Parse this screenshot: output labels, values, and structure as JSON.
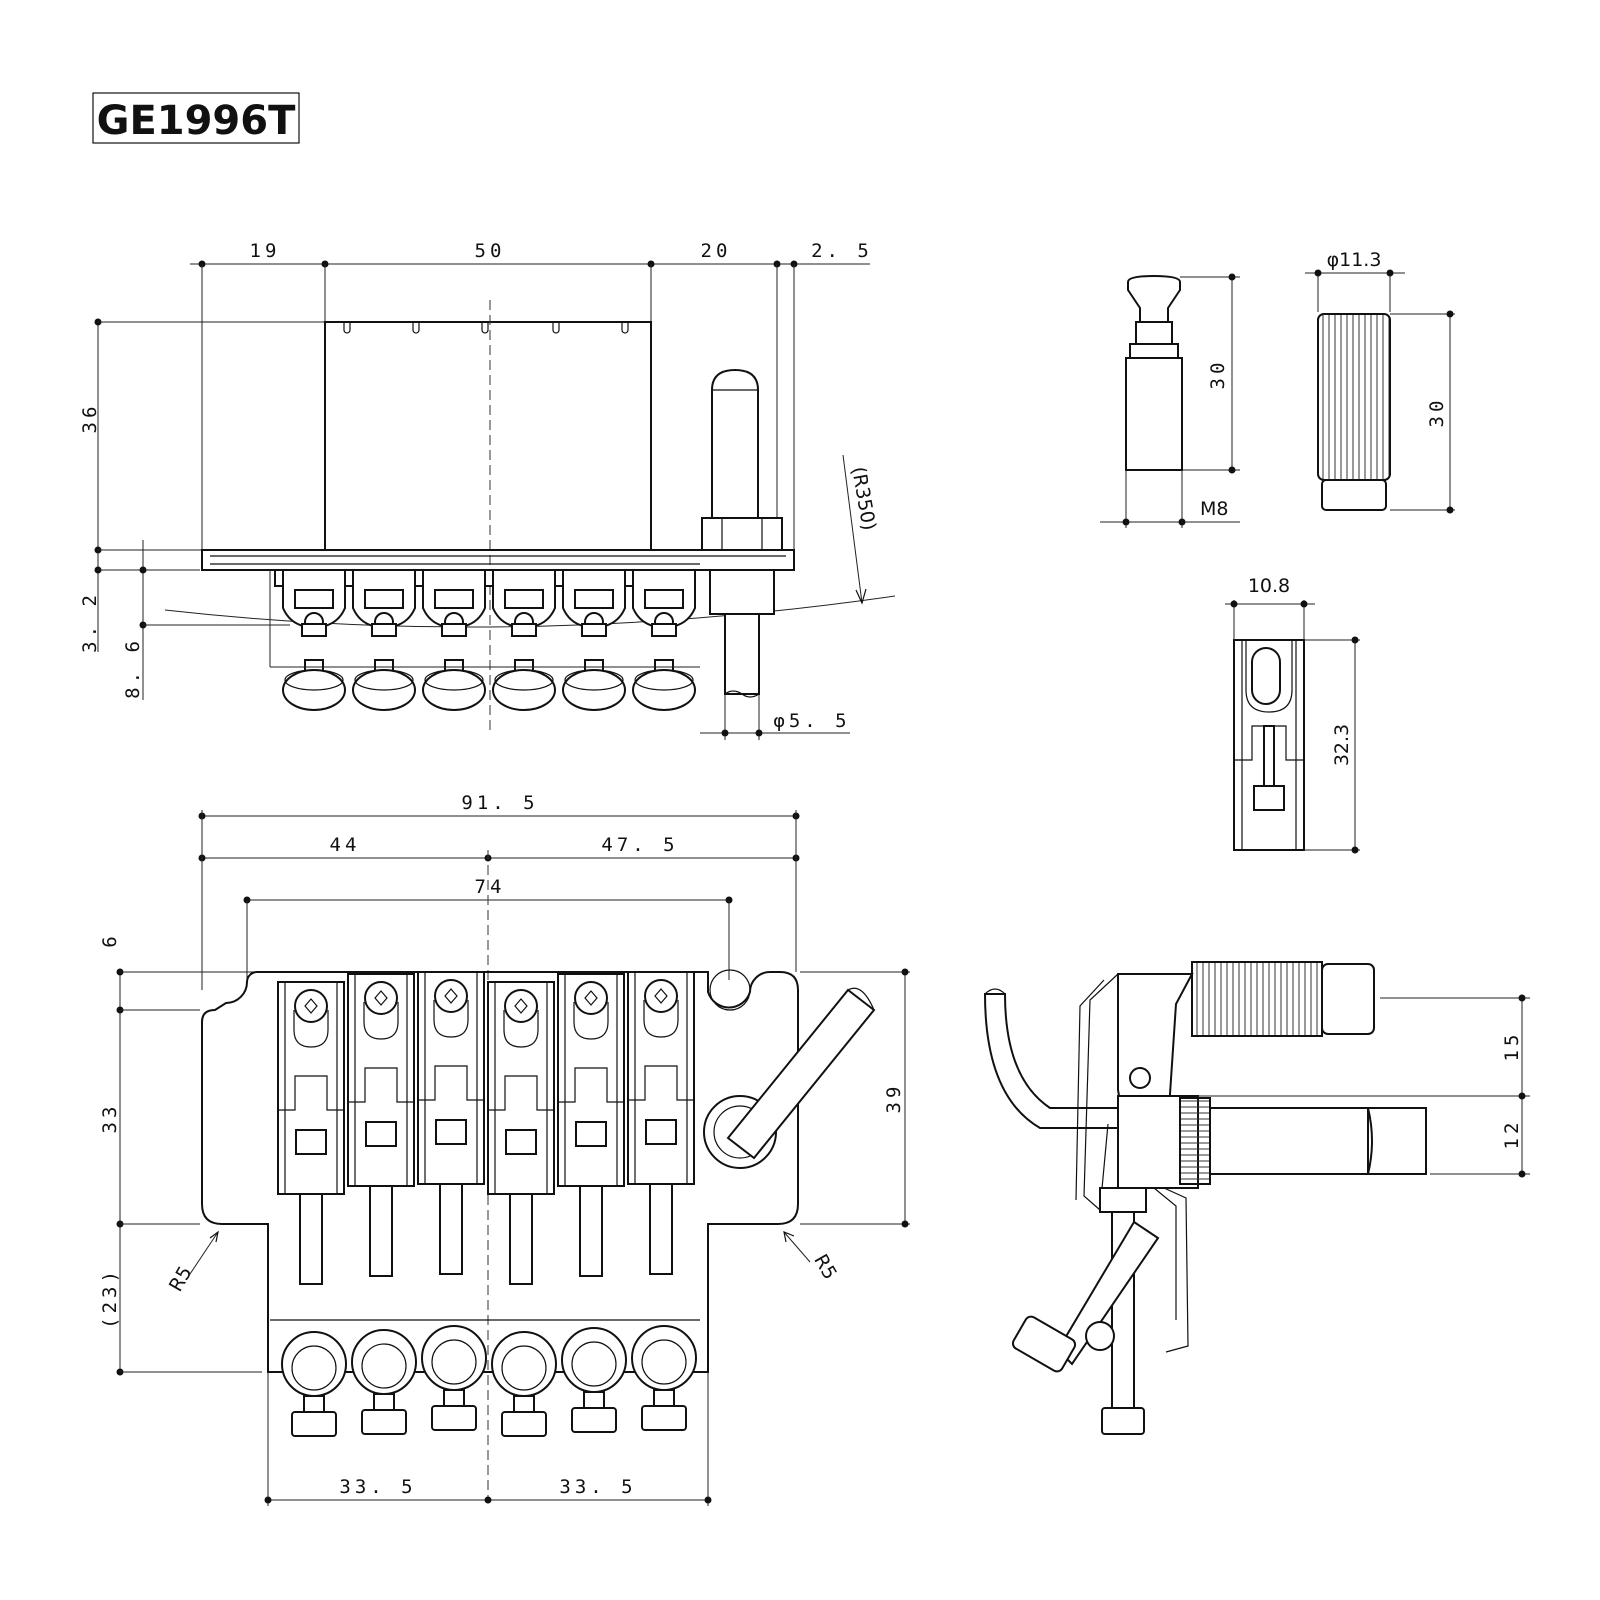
{
  "title": "GE1996T",
  "dimensions": {
    "top_19": "19",
    "top_50": "50",
    "top_20": "20",
    "top_2_5": "2. 5",
    "height_36": "36",
    "radius_r350": "(R350)",
    "h_3_2": "3. 2",
    "h_8_6": "8. 6",
    "dia_5_5": "φ5. 5",
    "arm_tip_30": "30",
    "thread_m8": "M8",
    "knob_dia": "φ11.3",
    "knob_30": "30",
    "saddle_10_8": "10.8",
    "saddle_32_3": "32.3",
    "width_91_5": "91. 5",
    "width_44": "44",
    "width_47_5": "47. 5",
    "post_74": "74",
    "depth_6": "6",
    "depth_33": "33",
    "depth_23": "(23)",
    "depth_39": "39",
    "radius_left": "R5",
    "radius_right": "R5",
    "bottom_33_5_left": "33. 5",
    "bottom_33_5_right": "33. 5",
    "side_15": "15",
    "side_12": "12"
  }
}
